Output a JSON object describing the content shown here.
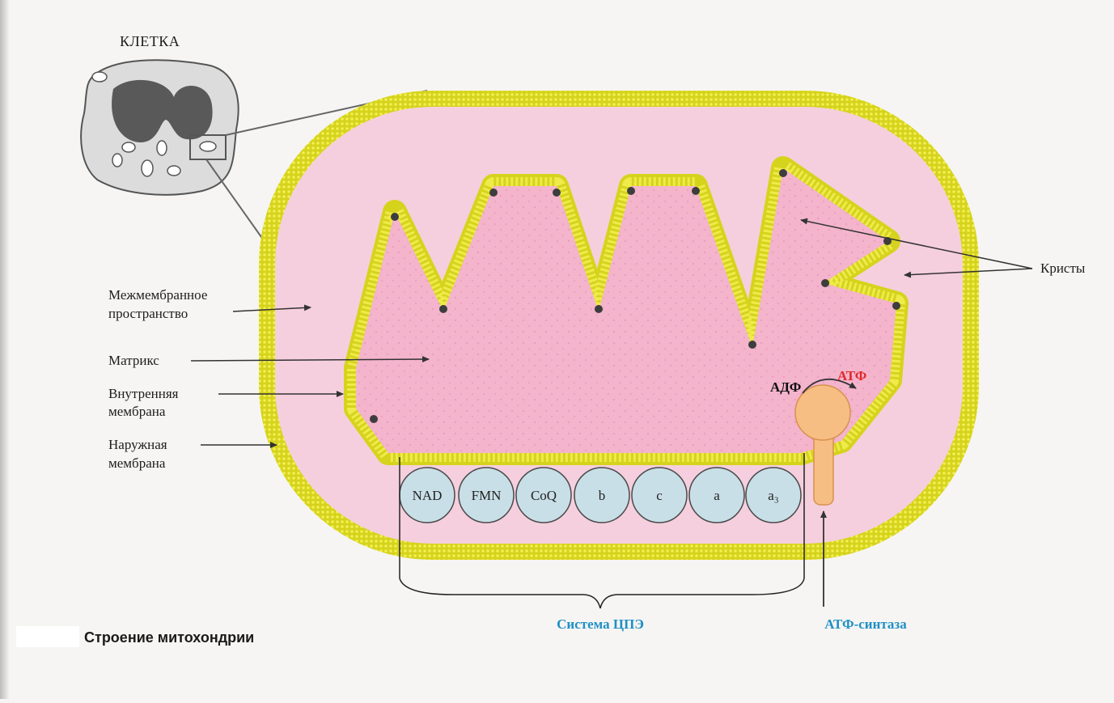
{
  "cell_title": "КЛЕТКА",
  "labels": {
    "intermembrane": [
      "Межмембранное",
      "пространство"
    ],
    "matrix": "Матрикс",
    "inner_membrane": [
      "Внутренняя",
      "мембрана"
    ],
    "outer_membrane": [
      "Наружная",
      "мембрана"
    ],
    "cristae": "Кристы"
  },
  "etc": {
    "components": [
      "NAD",
      "FMN",
      "CoQ",
      "b",
      "c",
      "a",
      "a₃"
    ],
    "system_label": "Система ЦПЭ"
  },
  "atp": {
    "adp": "АДФ",
    "atp": "АТФ",
    "synthase_label": "АТФ-синтаза"
  },
  "caption": "Строение митохондрии",
  "colors": {
    "membrane": "#d6d31d",
    "membrane_head": "#f2ef52",
    "matrix": "#f3b4cc",
    "intermembrane": "#f5cfdd",
    "carrier_fill": "#c9dfe7",
    "synthase": "#f7be83",
    "blue_label": "#1f8fc6",
    "red_label": "#e02a2a"
  }
}
